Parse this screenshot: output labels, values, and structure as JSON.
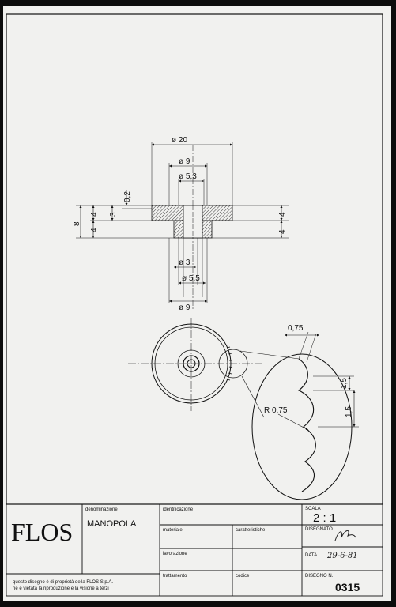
{
  "drawing": {
    "dims_top": {
      "d20": "ø 20",
      "d9": "ø 9",
      "d53": "ø 5,3",
      "h02": "0,2",
      "h3": "3",
      "h4a": "4",
      "h4b": "4",
      "h8": "8",
      "r4a": "4",
      "r4b": "4"
    },
    "dims_bottom": {
      "d3": "ø 3",
      "d55": "ø 5,5",
      "d9": "ø 9"
    },
    "detail": {
      "d075": "0,75",
      "r075": "R 0,75",
      "d15a": "1,5",
      "d15b": "1,5"
    }
  },
  "title_block": {
    "logo": "FLOS",
    "denominazione_label": "denominazione",
    "denominazione_value": "MANOPOLA",
    "identificazione_label": "identificazione",
    "materiale_label": "materiale",
    "caratteristiche_label": "caratteristiche",
    "lavorazione_label": "lavorazione",
    "trattamento_label": "trattamento",
    "codice_label": "codice",
    "scala_label": "SCALA",
    "scala_value": "2 : 1",
    "disegnato_label": "DISEGNATO",
    "data_label": "DATA",
    "data_value": "29-6-81",
    "disegno_label": "DISEGNO N.",
    "disegno_value": "0315",
    "property_notice_1": "questo disegno è di proprietà della FLOS S.p.A.",
    "property_notice_2": "ne è vietata la riproduzione e la visione a terzi"
  },
  "colors": {
    "ink": "#111111",
    "paper": "#f1f1ef",
    "border": "#0c0c0c"
  }
}
